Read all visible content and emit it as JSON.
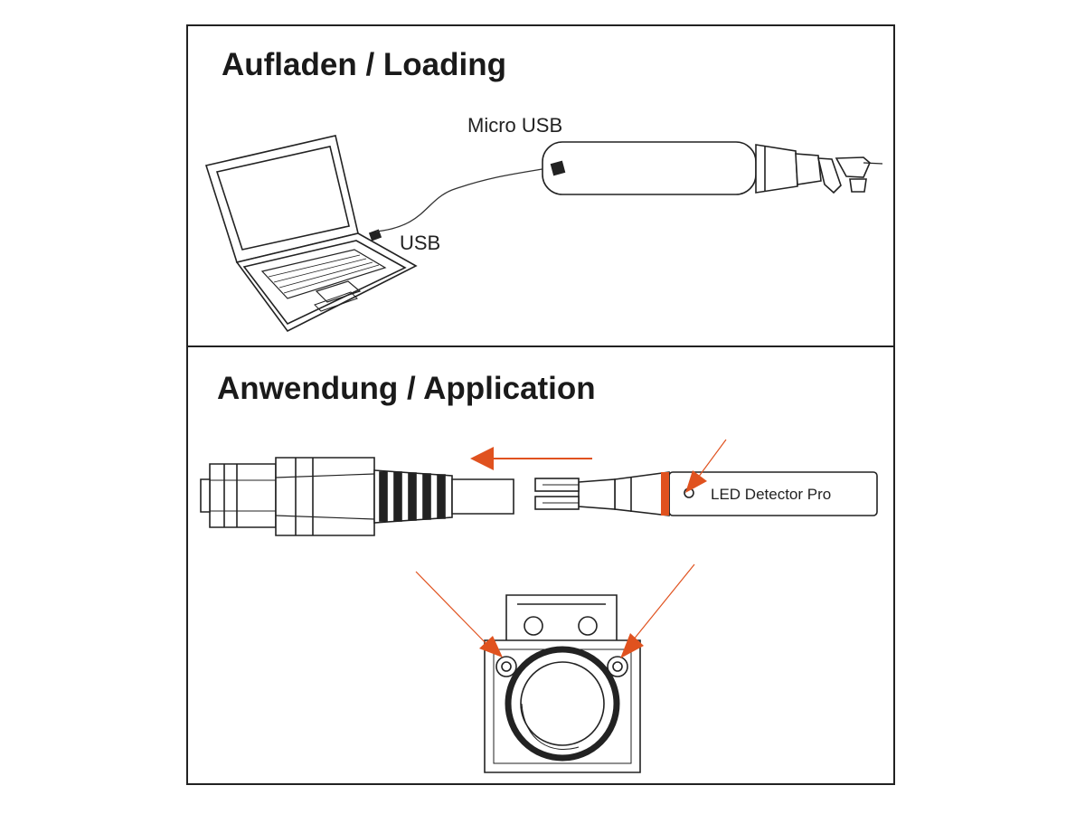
{
  "sections": {
    "loading": {
      "title": "Aufladen / Loading",
      "labels": {
        "micro_usb": "Micro USB",
        "usb": "USB"
      }
    },
    "application": {
      "title": "Anwendung / Application",
      "labels": {
        "device": "LED Detector Pro"
      }
    }
  },
  "colors": {
    "line": "#222222",
    "accent": "#e0521f"
  }
}
